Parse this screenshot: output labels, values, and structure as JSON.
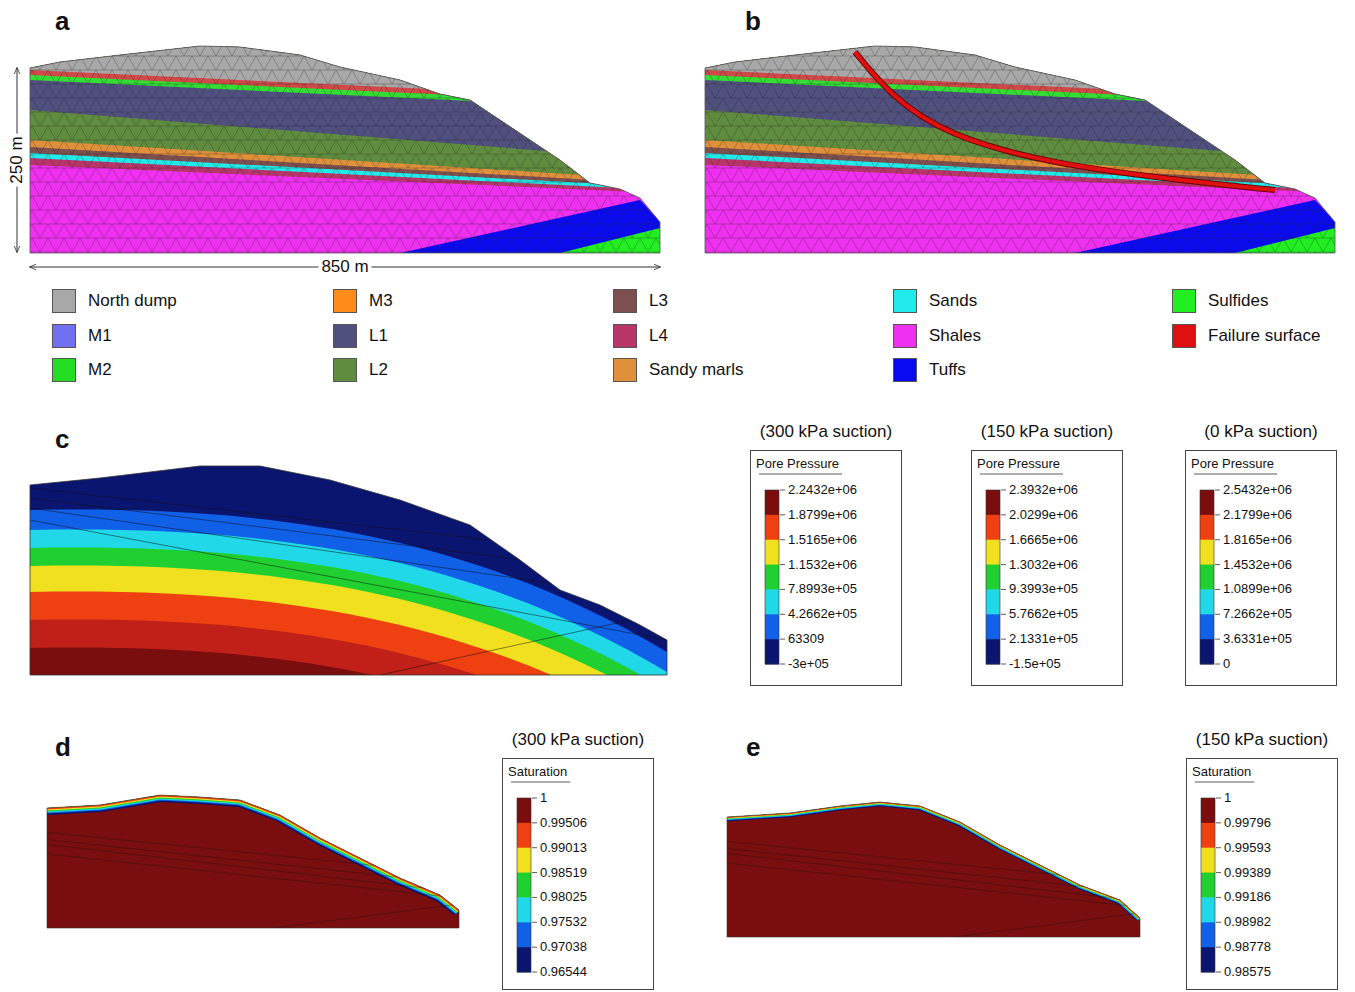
{
  "diagram": {
    "nodes": [
      {
        "text": [
          "(300 kPa suction)",
          "Pore Pressure",
          "2.2432e+06",
          "1.8799e+06",
          "1.5165e+06",
          "1.1532e+06",
          "7.8993e+05",
          "4.2662e+05",
          "63309",
          "-3e+05"
        ]
      },
      {
        "text": [
          "(150 kPa suction)",
          "Pore Pressure",
          "2.3932e+06",
          "2.0299e+06",
          "1.6665e+06",
          "1.3032e+06",
          "9.3993e+05",
          "5.7662e+05",
          "2.1331e+05",
          "-1.5e+05"
        ]
      },
      {
        "text": [
          "(0 kPa suction)",
          "Pore Pressure",
          "2.5432e+06",
          "2.1799e+06",
          "1.8165e+06",
          "1.4532e+06",
          "1.0899e+06",
          "7.2662e+05",
          "3.6331e+05",
          "0"
        ]
      },
      {
        "text": [
          "(300 kPa suction)",
          "Saturation",
          "1",
          "0.99506",
          "0.99013",
          "0.98519",
          "0.98025",
          "0.97532",
          "0.97038",
          "0.96544"
        ]
      },
      {
        "text": [
          "(150 kPa suction)",
          "Saturation",
          "1",
          "0.99796",
          "0.99593",
          "0.99389",
          "0.99186",
          "0.98982",
          "0.98778",
          "0.98575"
        ]
      }
    ],
    "labels": [
      "a",
      "b",
      "250 m",
      "850 m",
      "c",
      "d",
      "e"
    ],
    "legend": [
      {
        "text": "North dump",
        "color": "#a8a8a8"
      },
      {
        "text": "M1",
        "color": "#7070f0"
      },
      {
        "text": "M2",
        "color": "#22dd22"
      },
      {
        "text": "M3",
        "color": "#ff8c1a"
      },
      {
        "text": "L1",
        "color": "#50507e"
      },
      {
        "text": "L2",
        "color": "#5f8c3e"
      },
      {
        "text": "L3",
        "color": "#7e4f4f"
      },
      {
        "text": "L4",
        "color": "#b8356a"
      },
      {
        "text": "Sandy marls",
        "color": "#e0903a"
      },
      {
        "text": "Sands",
        "color": "#20eaea"
      },
      {
        "text": "Shales",
        "color": "#f030f0"
      },
      {
        "text": "Tuffs",
        "color": "#0a0af0"
      },
      {
        "text": "Sulfides",
        "color": "#22ee22"
      },
      {
        "text": "Failure surface",
        "color": "#e01010"
      }
    ]
  }
}
